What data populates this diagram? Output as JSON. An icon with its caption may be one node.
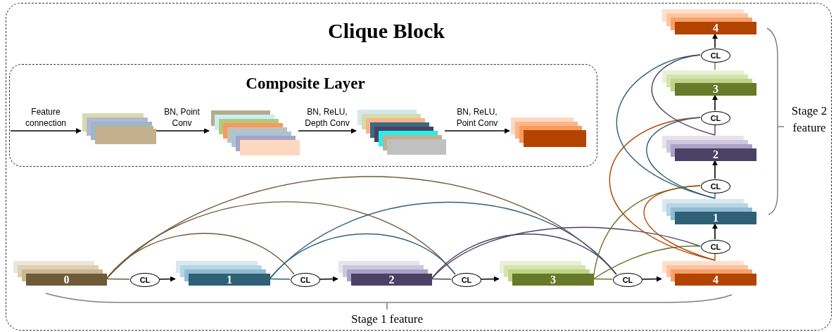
{
  "diagram": {
    "nodes": [
      {
        "text": [
          "Clique Block"
        ]
      },
      {
        "text": [
          "Composite Layer"
        ],
        "in": 0
      },
      {
        "text": [],
        "shape": "box",
        "in": 1
      },
      {
        "text": [],
        "shape": "box",
        "in": 1
      },
      {
        "text": [],
        "shape": "box",
        "in": 1
      },
      {
        "text": [],
        "shape": "box",
        "in": 1
      },
      {
        "text": [
          "4"
        ],
        "in": 0
      },
      {
        "text": [
          "CL"
        ],
        "in": 0
      },
      {
        "text": [
          "3"
        ],
        "in": 0
      },
      {
        "text": [
          "CL"
        ],
        "in": 0
      },
      {
        "text": [
          "2"
        ],
        "in": 0
      },
      {
        "text": [
          "CL"
        ],
        "in": 0
      },
      {
        "text": [
          "1"
        ],
        "in": 0
      },
      {
        "text": [
          "CL"
        ],
        "in": 0
      },
      {
        "text": [
          "0"
        ],
        "in": 0
      },
      {
        "text": [
          "CL"
        ],
        "in": 0
      },
      {
        "text": [
          "1"
        ],
        "in": 0
      },
      {
        "text": [
          "CL"
        ],
        "in": 0
      },
      {
        "text": [
          "2"
        ],
        "in": 0
      },
      {
        "text": [
          "CL"
        ],
        "in": 0
      },
      {
        "text": [
          "3"
        ],
        "in": 0
      },
      {
        "text": [
          "CL"
        ],
        "in": 0
      },
      {
        "text": [
          "4"
        ],
        "in": 0
      }
    ],
    "edges": [
      {
        "from": null,
        "to": 2,
        "arrow": "to",
        "label": "Feature connection"
      },
      {
        "from": 2,
        "to": 3,
        "arrow": "to",
        "label": "BN, Point Conv"
      },
      {
        "from": 3,
        "to": 4,
        "arrow": "to",
        "label": "BN, ReLU, Depth Conv"
      },
      {
        "from": 4,
        "to": 5,
        "arrow": "to",
        "label": "BN, ReLU, Point Conv"
      },
      {
        "from": 14,
        "to": 15,
        "arrow": "none",
        "color": "#6f5a3a"
      },
      {
        "from": 15,
        "to": 16,
        "arrow": "to"
      },
      {
        "from": 16,
        "to": 17,
        "arrow": "none",
        "color": "#2f6076"
      },
      {
        "from": 17,
        "to": 18,
        "arrow": "to"
      },
      {
        "from": 18,
        "to": 19,
        "arrow": "none",
        "color": "#4a4264"
      },
      {
        "from": 19,
        "to": 20,
        "arrow": "to"
      },
      {
        "from": 20,
        "to": 21,
        "arrow": "none",
        "color": "#667a2a"
      },
      {
        "from": 21,
        "to": 22,
        "arrow": "to"
      },
      {
        "from": 22,
        "to": 13,
        "arrow": "none",
        "color": "#b34400"
      },
      {
        "from": 13,
        "to": 12,
        "arrow": "to"
      },
      {
        "from": 12,
        "to": 11,
        "arrow": "none",
        "color": "#2f6076"
      },
      {
        "from": 11,
        "to": 10,
        "arrow": "to"
      },
      {
        "from": 10,
        "to": 9,
        "arrow": "none",
        "color": "#4a4264"
      },
      {
        "from": 9,
        "to": 8,
        "arrow": "to"
      },
      {
        "from": 8,
        "to": 7,
        "arrow": "none",
        "color": "#667a2a"
      },
      {
        "from": 7,
        "to": 6,
        "arrow": "to"
      },
      {
        "from": 14,
        "to": 17,
        "arrow": "none",
        "color": "#6f5a3a"
      },
      {
        "from": 14,
        "to": 19,
        "arrow": "none",
        "color": "#6f5a3a"
      },
      {
        "from": 14,
        "to": 21,
        "arrow": "none",
        "color": "#6f5a3a"
      },
      {
        "from": 16,
        "to": 19,
        "arrow": "none",
        "color": "#2f6076"
      },
      {
        "from": 16,
        "to": 21,
        "arrow": "none",
        "color": "#2f6076"
      },
      {
        "from": 18,
        "to": 21,
        "arrow": "none",
        "color": "#4a4264"
      },
      {
        "from": 18,
        "to": 13,
        "arrow": "none",
        "color": "#4a4264"
      },
      {
        "from": 20,
        "to": 13,
        "arrow": "none",
        "color": "#667a2a"
      },
      {
        "from": 20,
        "to": 11,
        "arrow": "none",
        "color": "#667a2a"
      },
      {
        "from": 22,
        "to": 11,
        "arrow": "none",
        "color": "#b34400"
      },
      {
        "from": 22,
        "to": 9,
        "arrow": "none",
        "color": "#b34400"
      },
      {
        "from": 12,
        "to": 9,
        "arrow": "none",
        "color": "#2f6076"
      },
      {
        "from": 12,
        "to": 7,
        "arrow": "none",
        "color": "#2f6076"
      },
      {
        "from": 10,
        "to": 7,
        "arrow": "none",
        "color": "#4a4264"
      }
    ],
    "labels": [
      "Stage 2 feature",
      "Stage 1 feature"
    ]
  }
}
